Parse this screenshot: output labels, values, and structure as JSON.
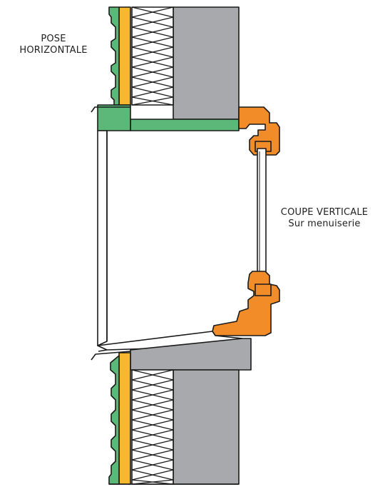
{
  "labels": {
    "pose_line1": "POSE",
    "pose_line2": "HORIZONTALE",
    "coupe_line1": "COUPE VERTICALE",
    "coupe_line2": "Sur menuiserie"
  },
  "colors": {
    "cladding_green": "#5cb878",
    "membrane_yellow": "#f5b82e",
    "wall_gray": "#a7a9ac",
    "frame_orange": "#f28c28",
    "outline": "#1a1a1a"
  }
}
